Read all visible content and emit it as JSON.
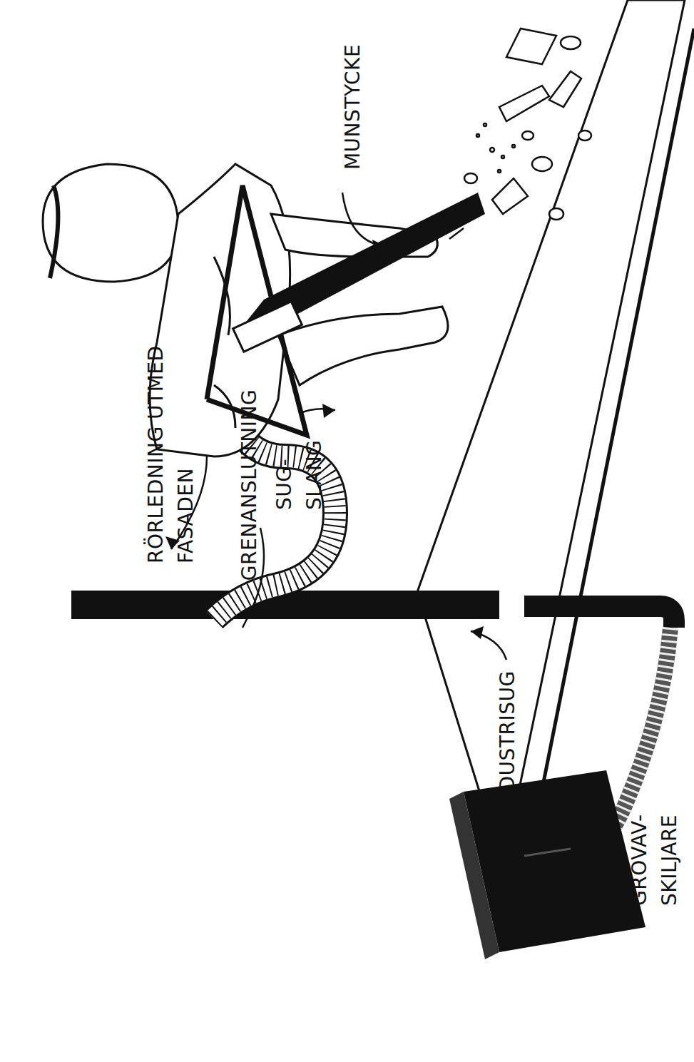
{
  "diagram": {
    "labels": [
      "RÖRLEDNING UTMED FASADEN",
      "GRENANSLUTNING",
      "INDUSTRISUG",
      "GROVAV- SKILJARE",
      "SUG- SLANG",
      "MUNSTYCKE"
    ]
  }
}
